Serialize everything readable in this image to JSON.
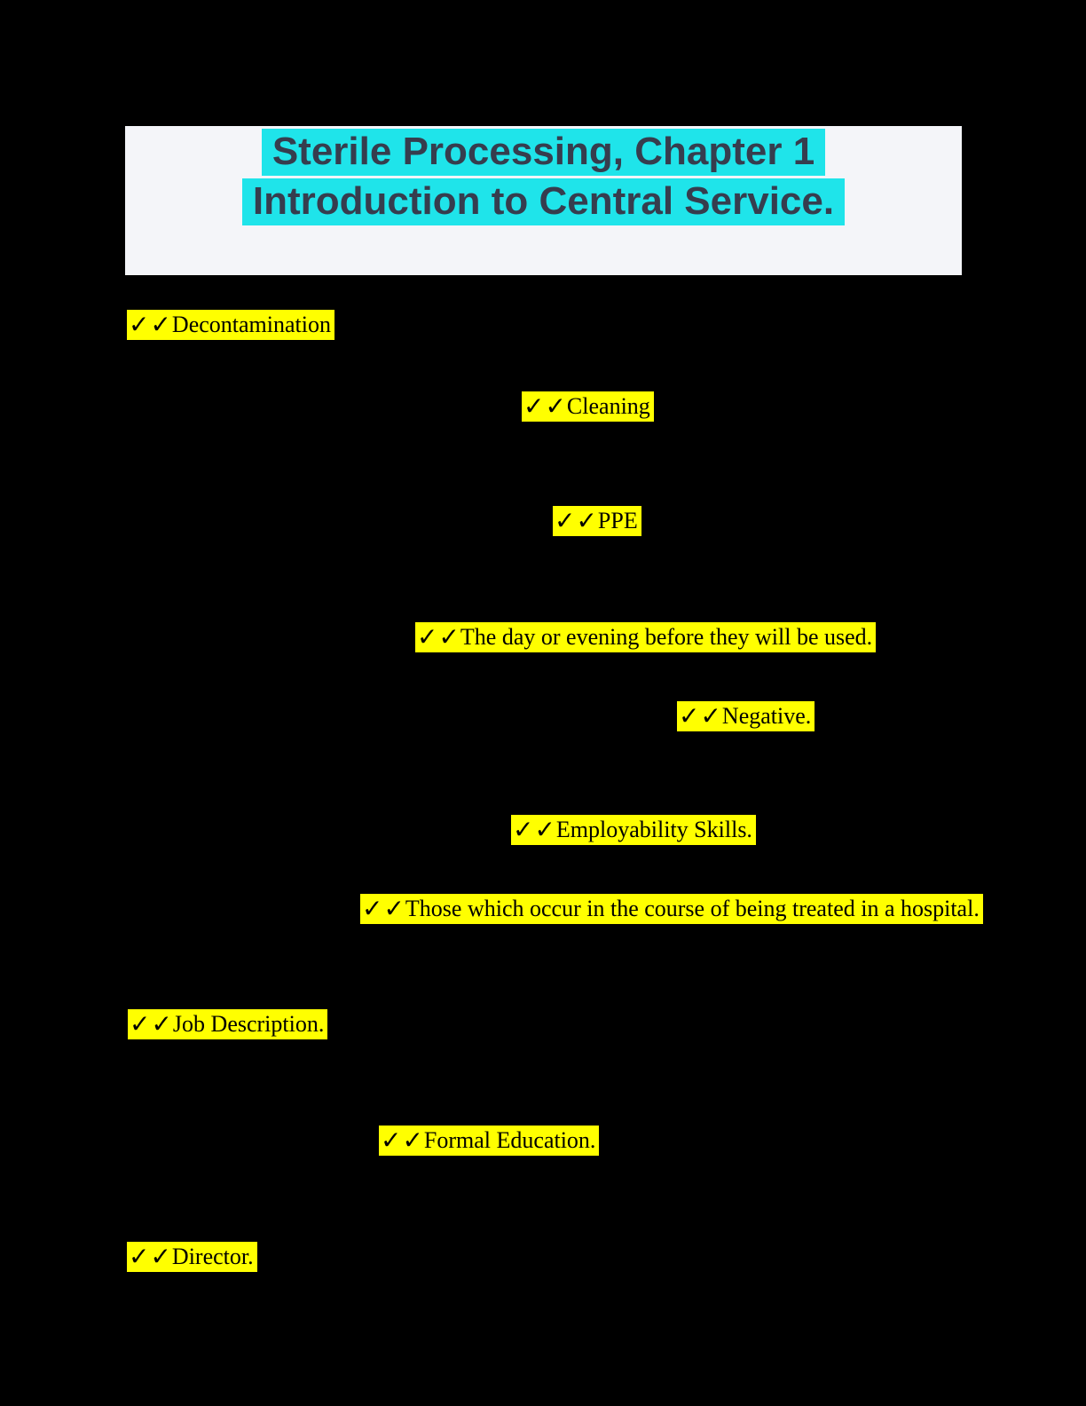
{
  "colors": {
    "page_bg": "#000000",
    "header_bg": "#f4f5f9",
    "title_text": "#363d4e",
    "title_highlight": "#1fe4ea",
    "answer_highlight": "#ffff00",
    "answer_text": "#000000"
  },
  "header": {
    "title_line1": "Sterile Processing, Chapter 1",
    "title_line2": "Introduction to Central Service."
  },
  "check_prefix": "✓✓",
  "answers": [
    {
      "text": "Decontamination"
    },
    {
      "text": "Cleaning"
    },
    {
      "text": "PPE"
    },
    {
      "text": "The day or evening before they will be used."
    },
    {
      "text": "Negative."
    },
    {
      "text": "Employability Skills."
    },
    {
      "text": "Those which occur in the course of being treated in a hospital."
    },
    {
      "text": "Job Description."
    },
    {
      "text": "Formal Education."
    },
    {
      "text": "Director."
    }
  ]
}
